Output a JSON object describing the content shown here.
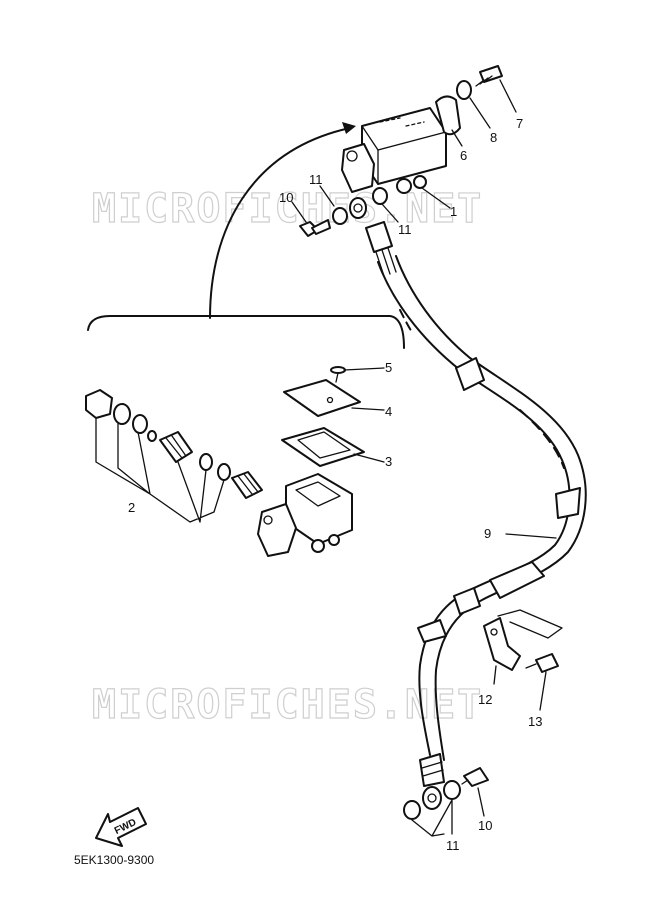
{
  "watermarks": [
    "MICROFICHES.NET",
    "MICROFICHES.NET"
  ],
  "diagram_code": "5EK1300-9300",
  "fwd_label": "FWD",
  "callouts": {
    "c1": "1",
    "c2": "2",
    "c3": "3",
    "c4": "4",
    "c5": "5",
    "c6": "6",
    "c7": "7",
    "c8": "8",
    "c9": "9",
    "c10a": "10",
    "c10b": "10",
    "c11a": "11",
    "c11b": "11",
    "c11c": "11",
    "c12": "12",
    "c13": "13"
  }
}
